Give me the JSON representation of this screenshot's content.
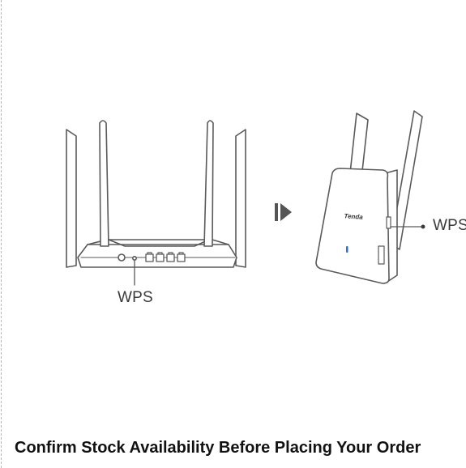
{
  "diagram": {
    "router_wps_label": "WPS",
    "extender_wps_label": "WPS",
    "extender_brand_text": "Tenda",
    "led_color": "#2f6fd6"
  },
  "footer": {
    "text": "Confirm Stock Availability Before Placing Your Order"
  }
}
